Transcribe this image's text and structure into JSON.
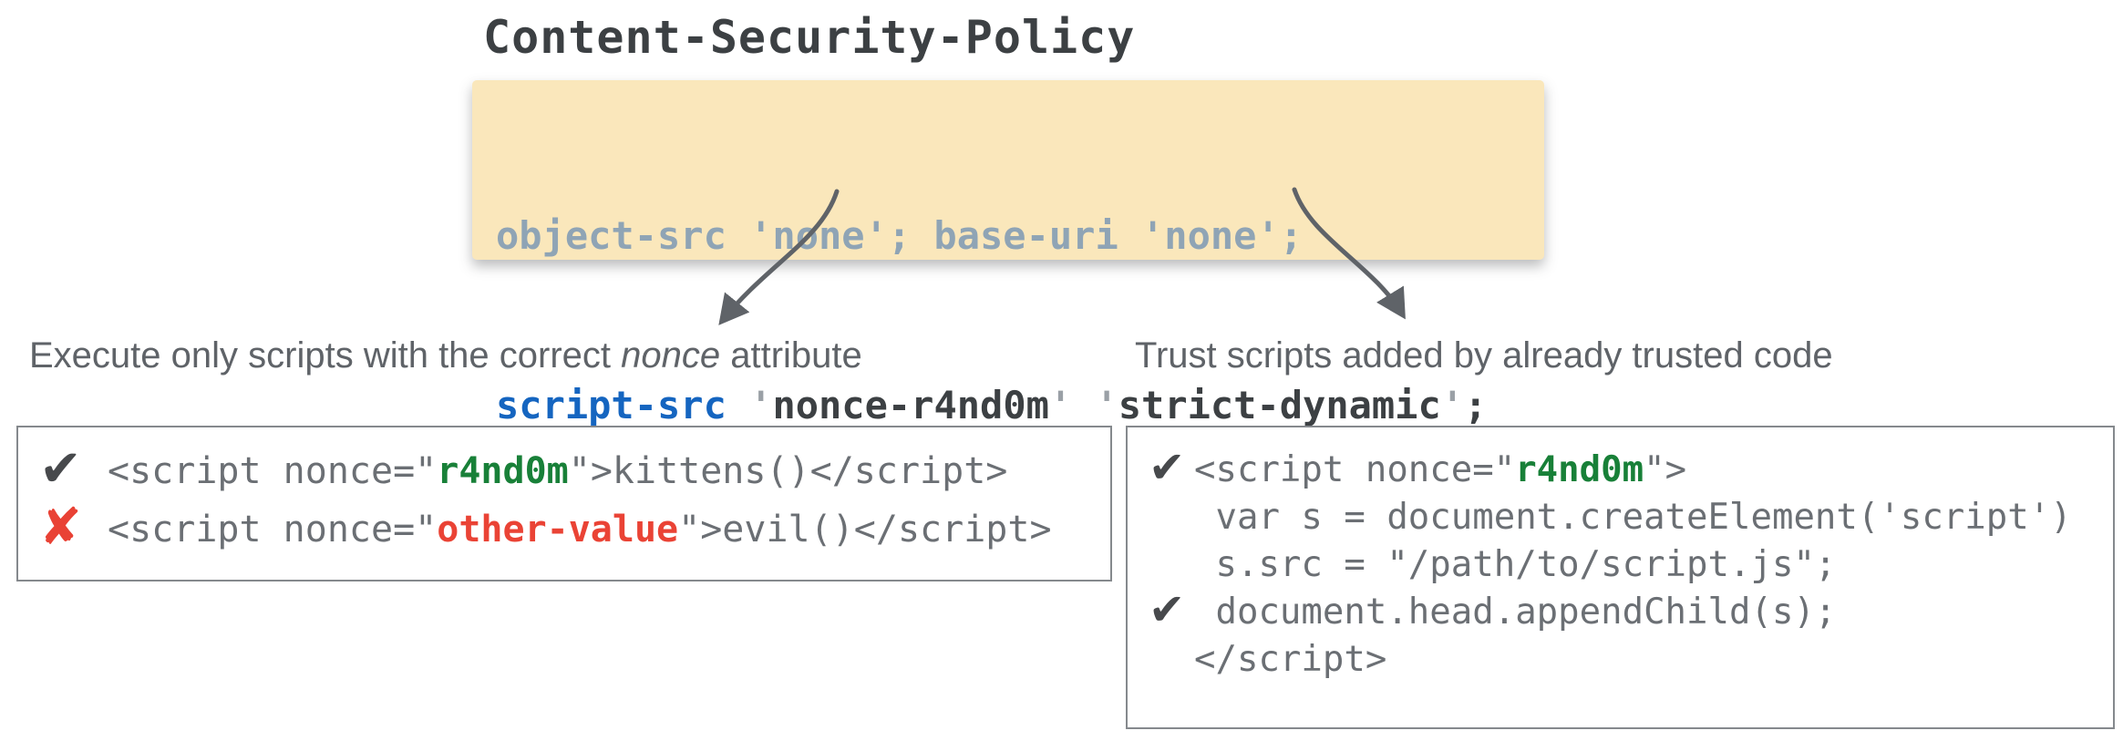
{
  "title": "Content-Security-Policy",
  "policy_box": {
    "line1": "object-src 'none'; base-uri 'none';",
    "line2": {
      "directive": "script-src ",
      "open_quote": "'",
      "nonce_value": "nonce-r4nd0m",
      "mid_quotes": "' '",
      "dynamic_value": "strict-dynamic",
      "close_quote": "'",
      "semicolon": ";"
    }
  },
  "annotations": {
    "left_label": {
      "prefix": "Execute only scripts with the correct ",
      "emphasis": "nonce",
      "suffix": " attribute"
    },
    "right_label": "Trust scripts added by already trusted code"
  },
  "icons": {
    "check": "✔",
    "cross": "✘"
  },
  "nonce_example_box": {
    "lines": [
      {
        "mark": "✔",
        "pre": "<script nonce=\"",
        "highlight": "r4nd0m",
        "post": "\">kittens()</script>"
      },
      {
        "mark": "✘",
        "pre": "<script nonce=\"",
        "highlight": "other-value",
        "post": "\">evil()</script>"
      }
    ]
  },
  "dynamic_example_box": {
    "lines": [
      {
        "mark": "✔",
        "pre": "<script nonce=\"",
        "highlight": "r4nd0m",
        "post": "\">"
      },
      {
        "mark": "",
        "pre": " var s = document.createElement('script')",
        "highlight": "",
        "post": ""
      },
      {
        "mark": "",
        "pre": " s.src = \"/path/to/script.js\";",
        "highlight": "",
        "post": ""
      },
      {
        "mark": "✔",
        "pre": " document.head.appendChild(s);",
        "highlight": "",
        "post": ""
      },
      {
        "mark": "",
        "pre": "</script>",
        "highlight": "",
        "post": ""
      }
    ]
  },
  "colors": {
    "policy_box_bg": "#FAE7BB",
    "muted_directive": "#8FA4B5",
    "script_src_blue": "#1565C0",
    "code_dark": "#3C4043",
    "quote_grey": "#9AA0A6",
    "example_code_grey": "#6B6F74",
    "valid_green": "#188038",
    "invalid_red": "#EA4335",
    "check_dark": "#47494C",
    "arrow_grey": "#5F6368",
    "box_border": "#85898D"
  }
}
